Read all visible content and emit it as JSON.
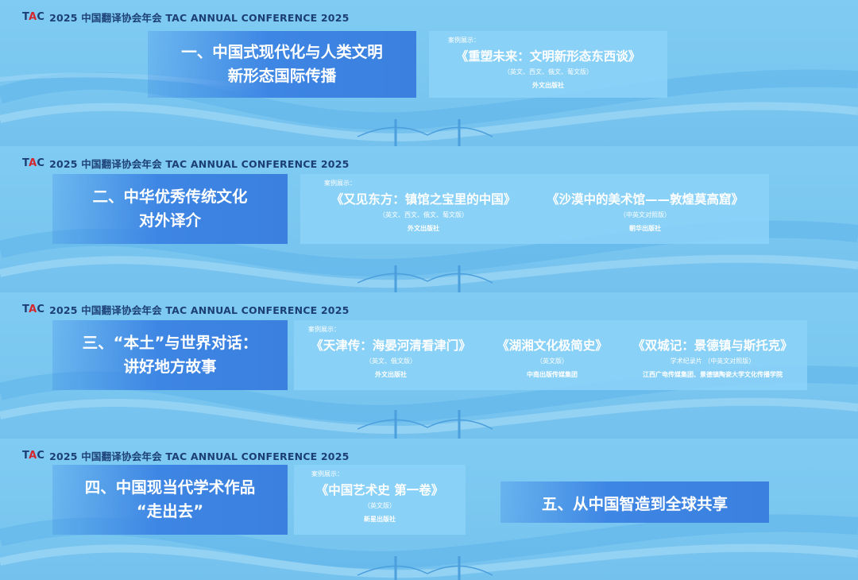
{
  "header": {
    "logo_t": "T",
    "logo_a": "A",
    "logo_c": "C",
    "text": "2025 中国翻译协会年会 TAC ANNUAL CONFERENCE 2025"
  },
  "colors": {
    "background": "#7cc9f2",
    "title_box": "#3e86e4",
    "header_text": "#1d3f78",
    "logo_accent": "#d6262d"
  },
  "case_label": "案例展示：",
  "sections": [
    {
      "title_line1": "一、中国式现代化与人类文明",
      "title_line2": "新形态国际传播",
      "books": [
        {
          "title": "《重塑未来：文明新形态东西谈》",
          "editions": "（英文、西文、俄文、葡文版）",
          "publisher": "外文出版社"
        }
      ]
    },
    {
      "title_line1": "二、中华优秀传统文化",
      "title_line2": "对外译介",
      "books": [
        {
          "title": "《又见东方：镇馆之宝里的中国》",
          "editions": "（英文、西文、俄文、葡文版）",
          "publisher": "外文出版社"
        },
        {
          "title": "《沙漠中的美术馆——敦煌莫高窟》",
          "editions": "（中英文对照版）",
          "publisher": "朝华出版社"
        }
      ]
    },
    {
      "title_line1": "三、“本土”与世界对话：",
      "title_line2": "讲好地方故事",
      "books": [
        {
          "title": "《天津传：海晏河清看津门》",
          "editions": "（英文、俄文版）",
          "publisher": "外文出版社"
        },
        {
          "title": "《湖湘文化极简史》",
          "editions": "（英文版）",
          "publisher": "中南出版传媒集团"
        },
        {
          "title": "《双城记：景德镇与斯托克》",
          "editions": "学术纪录片 （中英文对照版）",
          "publisher": "江西广电传媒集团、景德镇陶瓷大学文化传播学院"
        }
      ]
    },
    {
      "title_line1": "四、中国现当代学术作品",
      "title_line2": "“走出去”",
      "books": [
        {
          "title": "《中国艺术史 第一卷》",
          "editions": "（英文版）",
          "publisher": "新星出版社"
        }
      ]
    }
  ],
  "section5_title": "五、从中国智造到全球共享"
}
